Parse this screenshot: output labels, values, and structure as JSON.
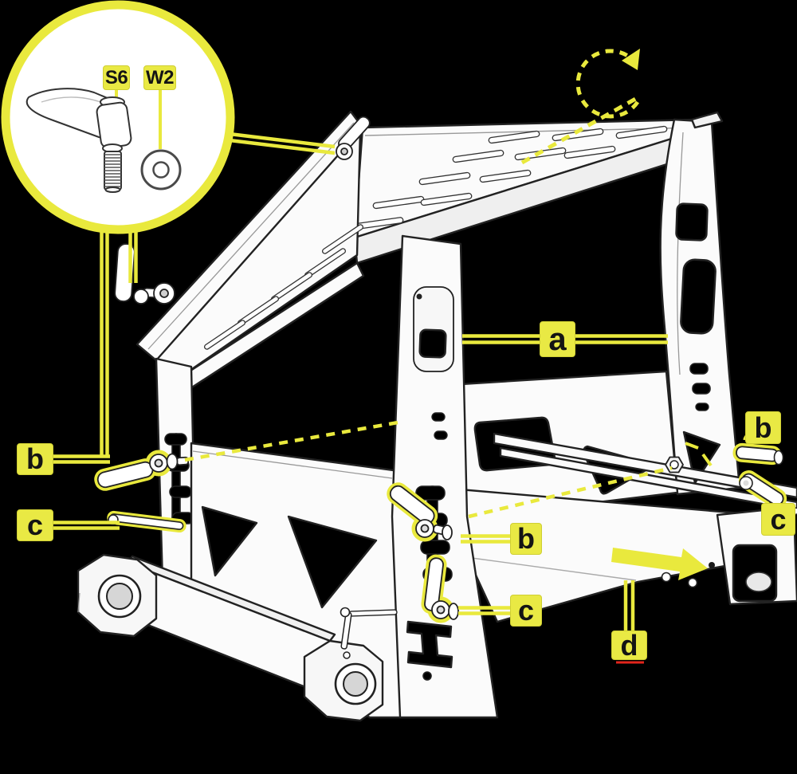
{
  "colors": {
    "background": "#000000",
    "annotation_yellow": "#e9e93d",
    "label_fill": "#e9e944",
    "label_text": "#141414",
    "artwork_fill": "#fbfbfb",
    "artwork_stroke": "#222222",
    "red_mark": "#e2251c"
  },
  "inset": {
    "labels": [
      {
        "id": "s6",
        "text": "S6"
      },
      {
        "id": "w2",
        "text": "W2"
      }
    ]
  },
  "callouts": [
    {
      "id": "a",
      "text": "a"
    },
    {
      "id": "b-left",
      "text": "b"
    },
    {
      "id": "c-left",
      "text": "c"
    },
    {
      "id": "b-center",
      "text": "b"
    },
    {
      "id": "c-center",
      "text": "c"
    },
    {
      "id": "b-right",
      "text": "b"
    },
    {
      "id": "c-right",
      "text": "c"
    },
    {
      "id": "d",
      "text": "d"
    }
  ],
  "icons": {
    "clamp_lever": "adjustable clamping lever with threaded stud",
    "washer": "flat washer",
    "rotate_hook_arrow": "dashed curled hook arrow",
    "slide_direction_arrow": "solid right-pointing arrow"
  }
}
